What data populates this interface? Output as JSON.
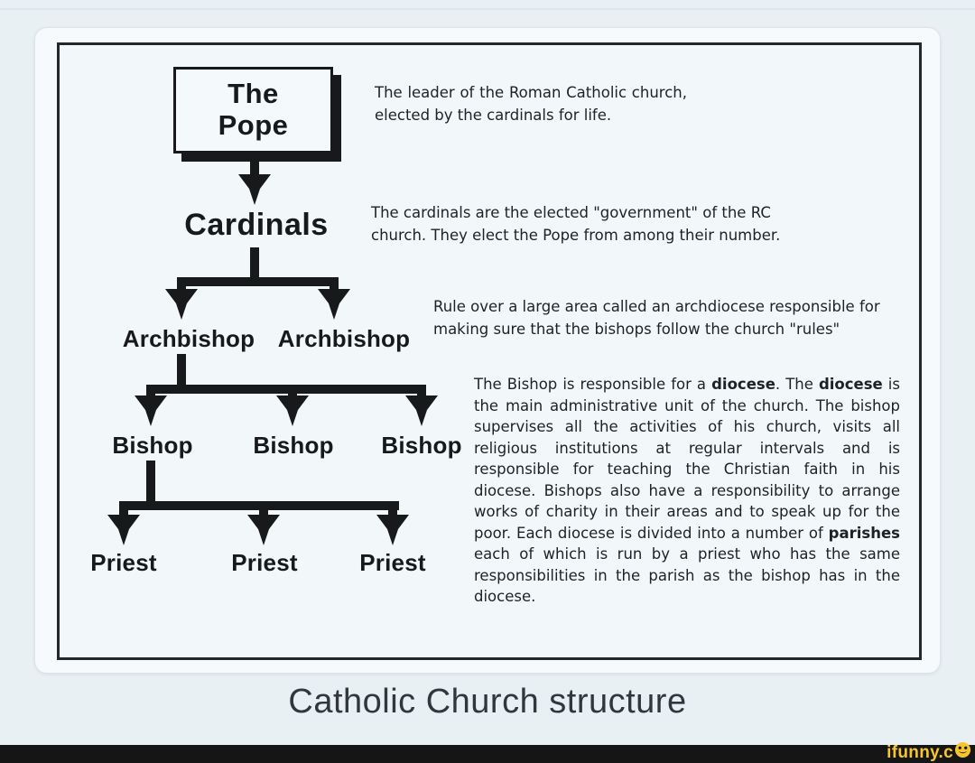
{
  "page": {
    "caption": "Catholic Church structure",
    "watermark_text": "ifunny.c",
    "colors": {
      "background": "#e9f0f4",
      "card": "#f6fafc",
      "line_black": "#17191b",
      "footer_bar": "#151515",
      "watermark_yellow": "#f6c52e"
    }
  },
  "diagram": {
    "nodes": {
      "pope": "The\nPope",
      "cardinals": "Cardinals",
      "archbishops": [
        "Archbishop",
        "Archbishop"
      ],
      "bishops": [
        "Bishop",
        "Bishop",
        "Bishop"
      ],
      "priests": [
        "Priest",
        "Priest",
        "Priest"
      ]
    },
    "descriptions": {
      "pope": "The leader of the Roman Catholic church, elected by the cardinals for life.",
      "cardinals": "The cardinals are the elected \"government\" of the RC church. They elect the Pope from among their number.",
      "archbishop": "Rule over a large area called an archdiocese responsible for making sure that the bishops follow the church \"rules\"",
      "bishop_rich": [
        {
          "text": "The Bishop is responsible for a ",
          "bold": false
        },
        {
          "text": "diocese",
          "bold": true
        },
        {
          "text": ". The ",
          "bold": false
        },
        {
          "text": "diocese",
          "bold": true
        },
        {
          "text": " is the main administrative unit of the church. The bishop supervises all the activities of his church, visits all religious institutions at regular intervals and is responsible for teaching the Christian faith in his diocese. Bishops also have a responsibility to arrange works of charity in their areas and to speak up for the poor. Each diocese is divided into a number of ",
          "bold": false
        },
        {
          "text": "parishes",
          "bold": true
        },
        {
          "text": " each of which is run by a priest who has the same responsibilities in the parish as the bishop has in the diocese.",
          "bold": false
        }
      ]
    }
  }
}
